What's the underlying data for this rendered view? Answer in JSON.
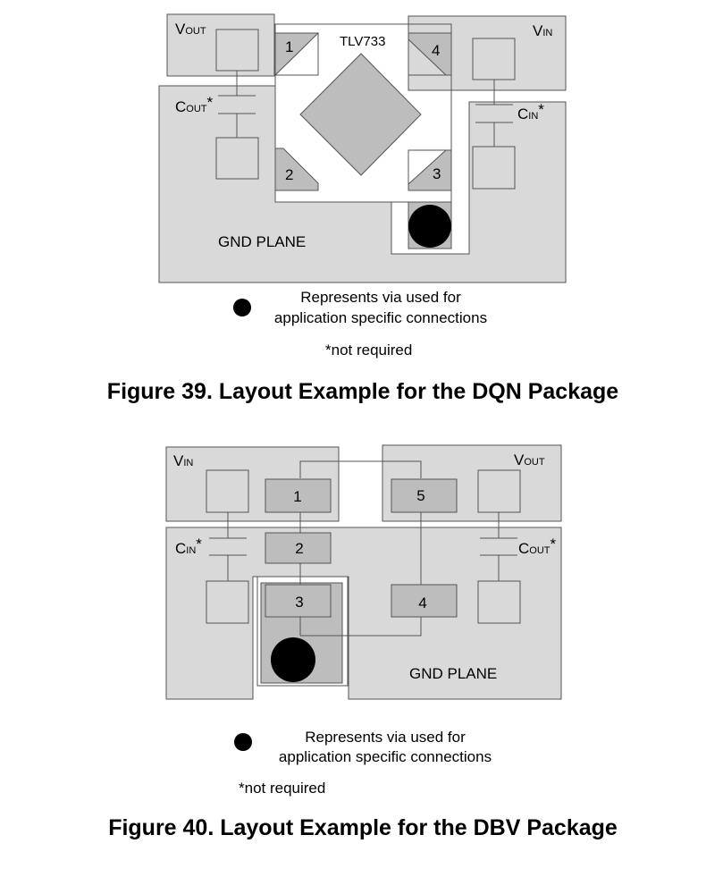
{
  "fig39": {
    "vout_main": "V",
    "vout_sub": "OUT",
    "vin_main": "V",
    "vin_sub": "IN",
    "cout_main": "C",
    "cout_sub": "OUT",
    "cout_star": "*",
    "cin_main": "C",
    "cin_sub": "IN",
    "cin_star": "*",
    "part": "TLV733",
    "pin1": "1",
    "pin2": "2",
    "pin3": "3",
    "pin4": "4",
    "gnd": "GND PLANE",
    "legend_line1": "Represents via used for",
    "legend_line2": "application specific connections",
    "note": "*not required",
    "caption": "Figure 39.  Layout Example for the DQN Package"
  },
  "fig40": {
    "vin_main": "V",
    "vin_sub": "IN",
    "vout_main": "V",
    "vout_sub": "OUT",
    "cin_main": "C",
    "cin_sub": "IN",
    "cin_star": "*",
    "cout_main": "C",
    "cout_sub": "OUT",
    "cout_star": "*",
    "pin1": "1",
    "pin2": "2",
    "pin3": "3",
    "pin4": "4",
    "pin5": "5",
    "gnd": "GND PLANE",
    "legend_line1": "Represents via used for",
    "legend_line2": "application specific connections",
    "note": "*not required",
    "caption": "Figure 40.  Layout Example for the DBV Package"
  }
}
